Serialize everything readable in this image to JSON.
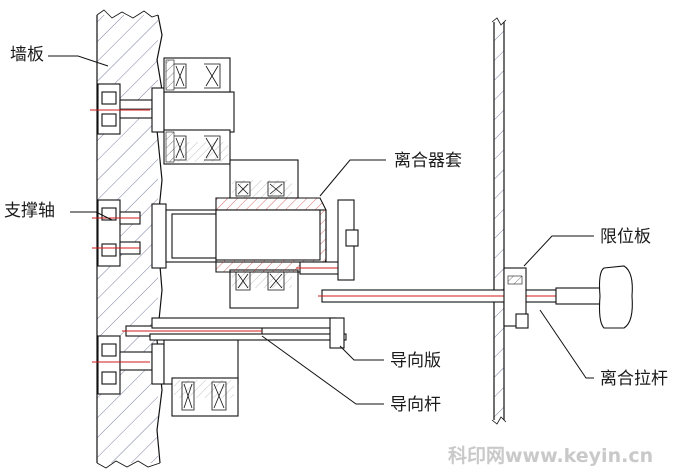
{
  "labels": {
    "wall_board": "墙板",
    "support_shaft": "支撑轴",
    "clutch_sleeve": "离合器套",
    "limit_plate": "限位板",
    "guide_plate": "导向版",
    "clutch_pull_rod": "离合拉杆",
    "guide_rod": "导向杆"
  },
  "watermark": "科印网www.keyin.cn",
  "colors": {
    "line": "#111111",
    "hatch": "#5a5f8a",
    "center_line": "#d01818",
    "watermark": "#c9c9c9"
  }
}
